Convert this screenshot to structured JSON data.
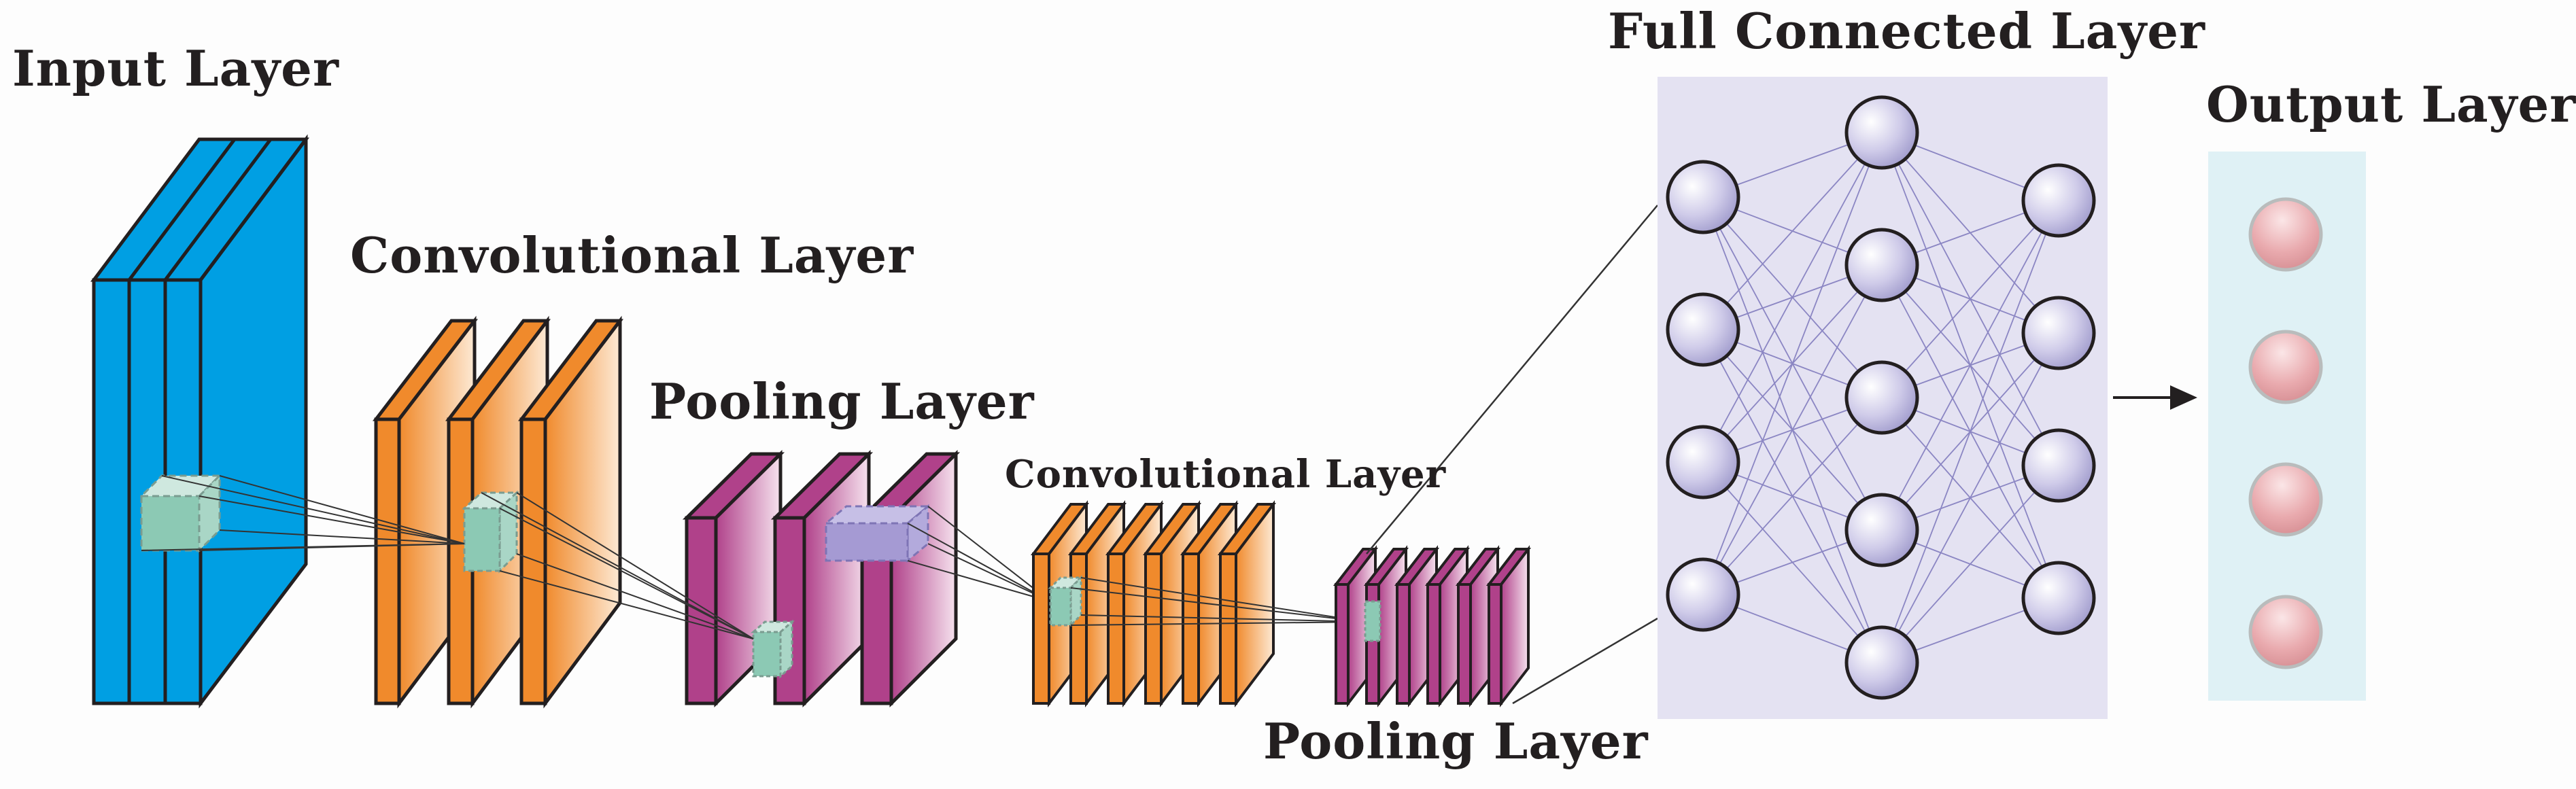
{
  "diagram": {
    "labels": {
      "input_layer": "Input Layer",
      "conv_layer_1": "Convolutional Layer",
      "pool_layer_1": "Pooling Layer",
      "conv_layer_2": "Convolutional Layer",
      "pool_layer_2": "Pooling Layer",
      "fc_layer": "Full Connected Layer",
      "output_layer": "Output Layer"
    },
    "colors": {
      "input_blue": "#009fe3",
      "conv_orange": "#f08a2c",
      "pool_magenta": "#b0418a",
      "fc_panel": "#e4e2f2",
      "output_panel": "#dff1f5",
      "node_fill": "#c9c6e6",
      "output_node_fill": "#e9a8ab",
      "filter_teal": "#8cc9b4",
      "filter_purple": "#a59ad3"
    },
    "network": {
      "fc_input_nodes": 4,
      "fc_hidden_nodes": 5,
      "fc_output_nodes": 4,
      "output_nodes": 4
    }
  }
}
